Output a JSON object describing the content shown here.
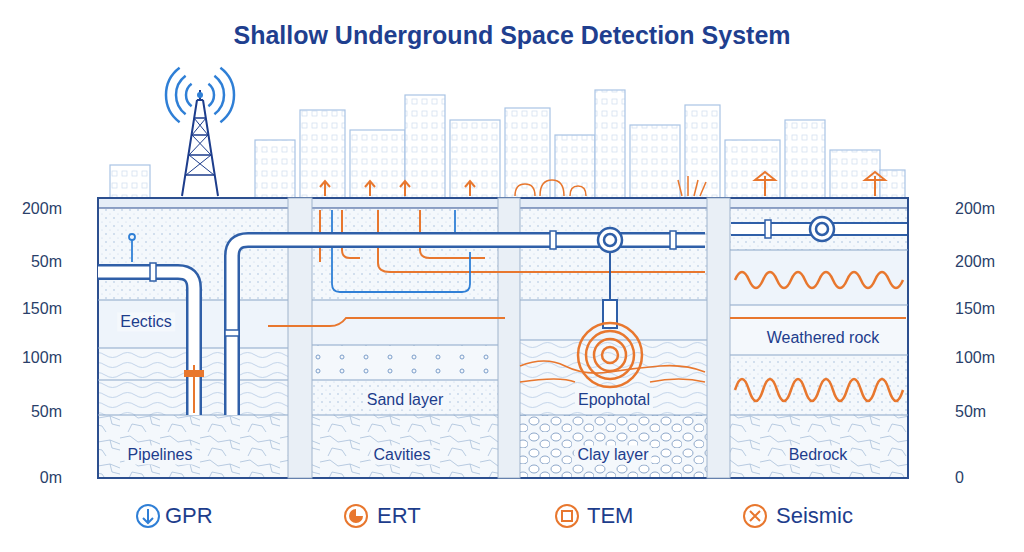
{
  "diagram": {
    "title": "Shallow Underground Space Detection System",
    "nodes": [
      {
        "text": [
          "Eectics",
          "Pipelines"
        ]
      },
      {
        "text": [
          "Sand layer",
          "Cavities"
        ]
      },
      {
        "text": [
          "Epophotal",
          "Clay layer"
        ]
      },
      {
        "text": [
          "Weathered rock",
          "Bedrock"
        ]
      }
    ],
    "labels": [
      "200m",
      "50m",
      "150m",
      "100m",
      "50m",
      "0m",
      "200m",
      "200m",
      "150m",
      "100m",
      "50m",
      "0"
    ],
    "legend": [
      {
        "text": "GPR"
      },
      {
        "text": "ERT"
      },
      {
        "text": "TEM"
      },
      {
        "text": "Seismic"
      }
    ]
  }
}
